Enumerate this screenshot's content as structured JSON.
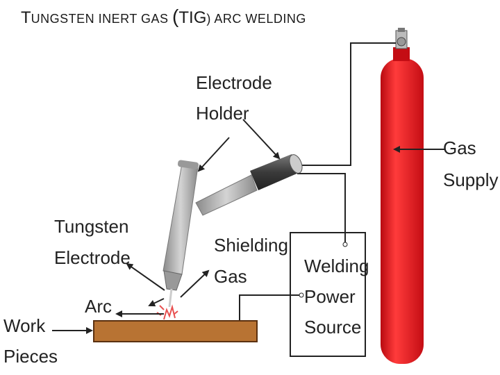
{
  "title": {
    "first_letter": "T",
    "rest": "UNGSTEN INERT GAS ",
    "paren_open": "(",
    "acronym": "TIG",
    "paren_close": ")",
    "tail": " ARC WELDING"
  },
  "labels": {
    "electrode_holder": [
      "Electrode",
      "Holder"
    ],
    "gas_supply": [
      "Gas",
      "Supply"
    ],
    "tungsten_electrode": [
      "Tungsten",
      "Electrode"
    ],
    "shielding_gas": [
      "Shielding",
      "Gas"
    ],
    "welding_power_source": [
      "Welding",
      "Power",
      "Source"
    ],
    "arc": "Arc",
    "work_pieces": [
      "Work",
      "Pieces"
    ]
  },
  "colors": {
    "cylinder": "#e8131b",
    "cylinder_dark": "#b80a10",
    "workpiece": "#b87333",
    "torch": "#a8a8a8",
    "hose": "#444444",
    "arc": "#e85050"
  }
}
